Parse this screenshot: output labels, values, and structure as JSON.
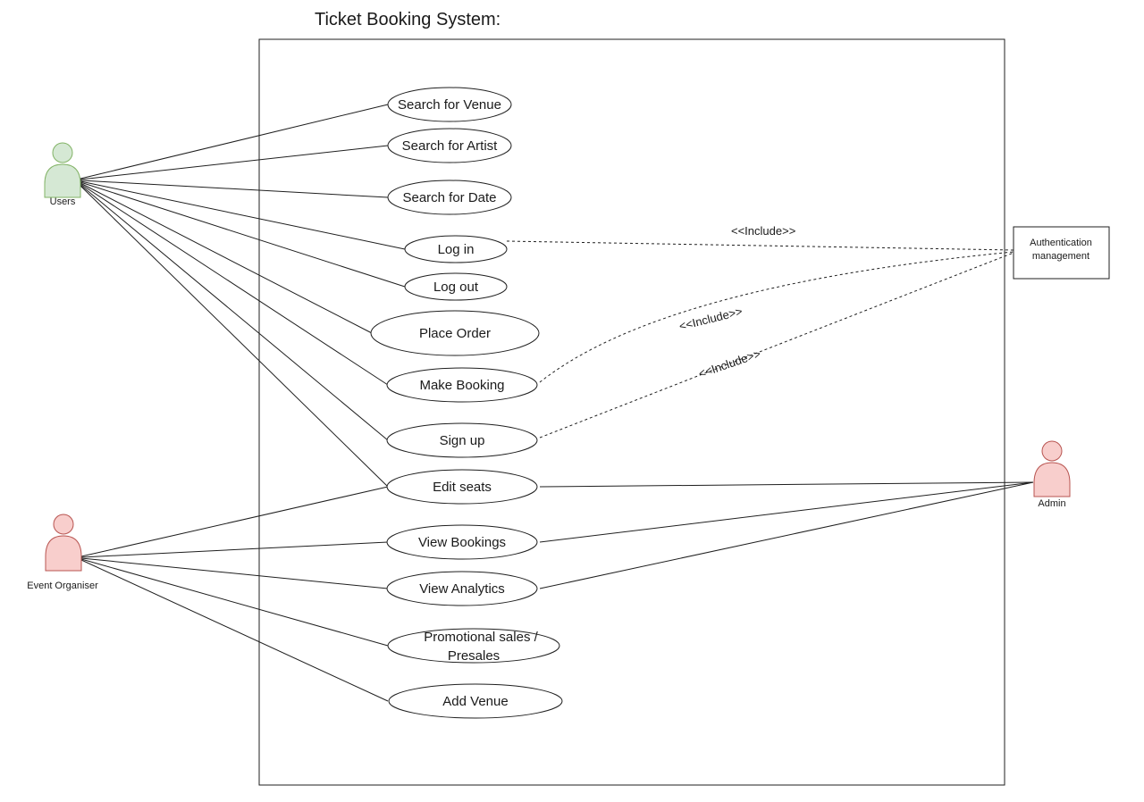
{
  "title": "Ticket Booking System:",
  "colors": {
    "user_actor_fill": "#d5e8d4",
    "user_actor_stroke": "#82b366",
    "red_actor_fill": "#f8cecc",
    "red_actor_stroke": "#b85450"
  },
  "actors": {
    "users": {
      "label": "Users",
      "icon": "person-icon"
    },
    "organiser": {
      "label": "Event Organiser",
      "icon": "person-icon"
    },
    "admin": {
      "label": "Admin",
      "icon": "person-icon"
    }
  },
  "use_cases": {
    "search_venue": "Search for Venue",
    "search_artist": "Search for Artist",
    "search_date": "Search for Date",
    "log_in": "Log in",
    "log_out": "Log out",
    "place_order": "Place Order",
    "make_booking": "Make Booking",
    "sign_up": "Sign up",
    "edit_seats": "Edit seats",
    "view_bookings": "View Bookings",
    "view_analytics": "View Analytics",
    "promo_line1": "Promotional sales /",
    "promo_line2": "Presales",
    "add_venue": "Add Venue"
  },
  "external": {
    "auth_line1": "Authentication",
    "auth_line2": "management"
  },
  "include_labels": {
    "login": "<<Include>>",
    "booking": "<<Include>>",
    "signup": "<<Include>>"
  }
}
